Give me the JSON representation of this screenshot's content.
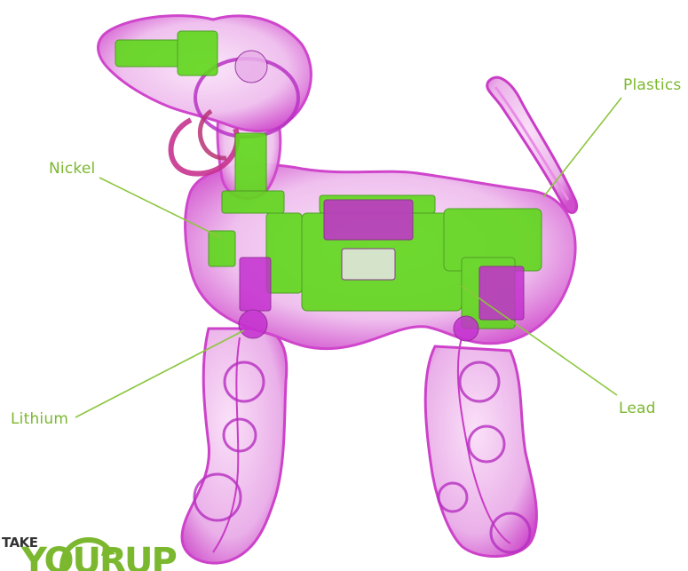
{
  "labels": {
    "plastics": "Plastics",
    "nickel": "Nickel",
    "lithium": "Lithium",
    "lead": "Lead"
  },
  "logo": {
    "top_text": "TAKE",
    "big_text": "YOUR",
    "tail_text": "UP"
  },
  "colors": {
    "label_green": "#7cb82f",
    "leader_green": "#8cc63f",
    "shell_magenta": "#d63fd0",
    "shell_fill": "#f3c8f1",
    "internal_green": "#5fd81a",
    "internal_magenta": "#c42fcf",
    "logo_dark": "#333333"
  },
  "icons": [
    "robot-dog-xray-illustration",
    "recycle-arrow-icon"
  ]
}
